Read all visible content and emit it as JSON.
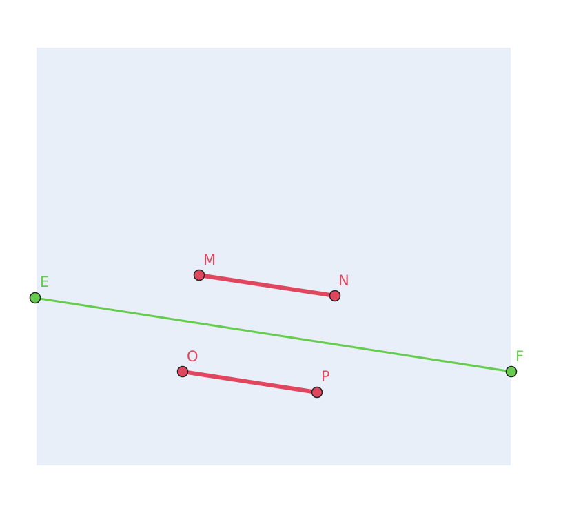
{
  "colors": {
    "background_panel": "#e8eff8",
    "red": "#e0475e",
    "green": "#66cc4d",
    "point_outline": "#222222"
  },
  "points": {
    "E": {
      "label": "E",
      "color": "green"
    },
    "F": {
      "label": "F",
      "color": "green"
    },
    "M": {
      "label": "M",
      "color": "red"
    },
    "N": {
      "label": "N",
      "color": "red"
    },
    "O": {
      "label": "O",
      "color": "red"
    },
    "P": {
      "label": "P",
      "color": "red"
    }
  },
  "segments": [
    {
      "from": "E",
      "to": "F",
      "color": "green"
    },
    {
      "from": "M",
      "to": "N",
      "color": "red"
    },
    {
      "from": "O",
      "to": "P",
      "color": "red"
    }
  ]
}
